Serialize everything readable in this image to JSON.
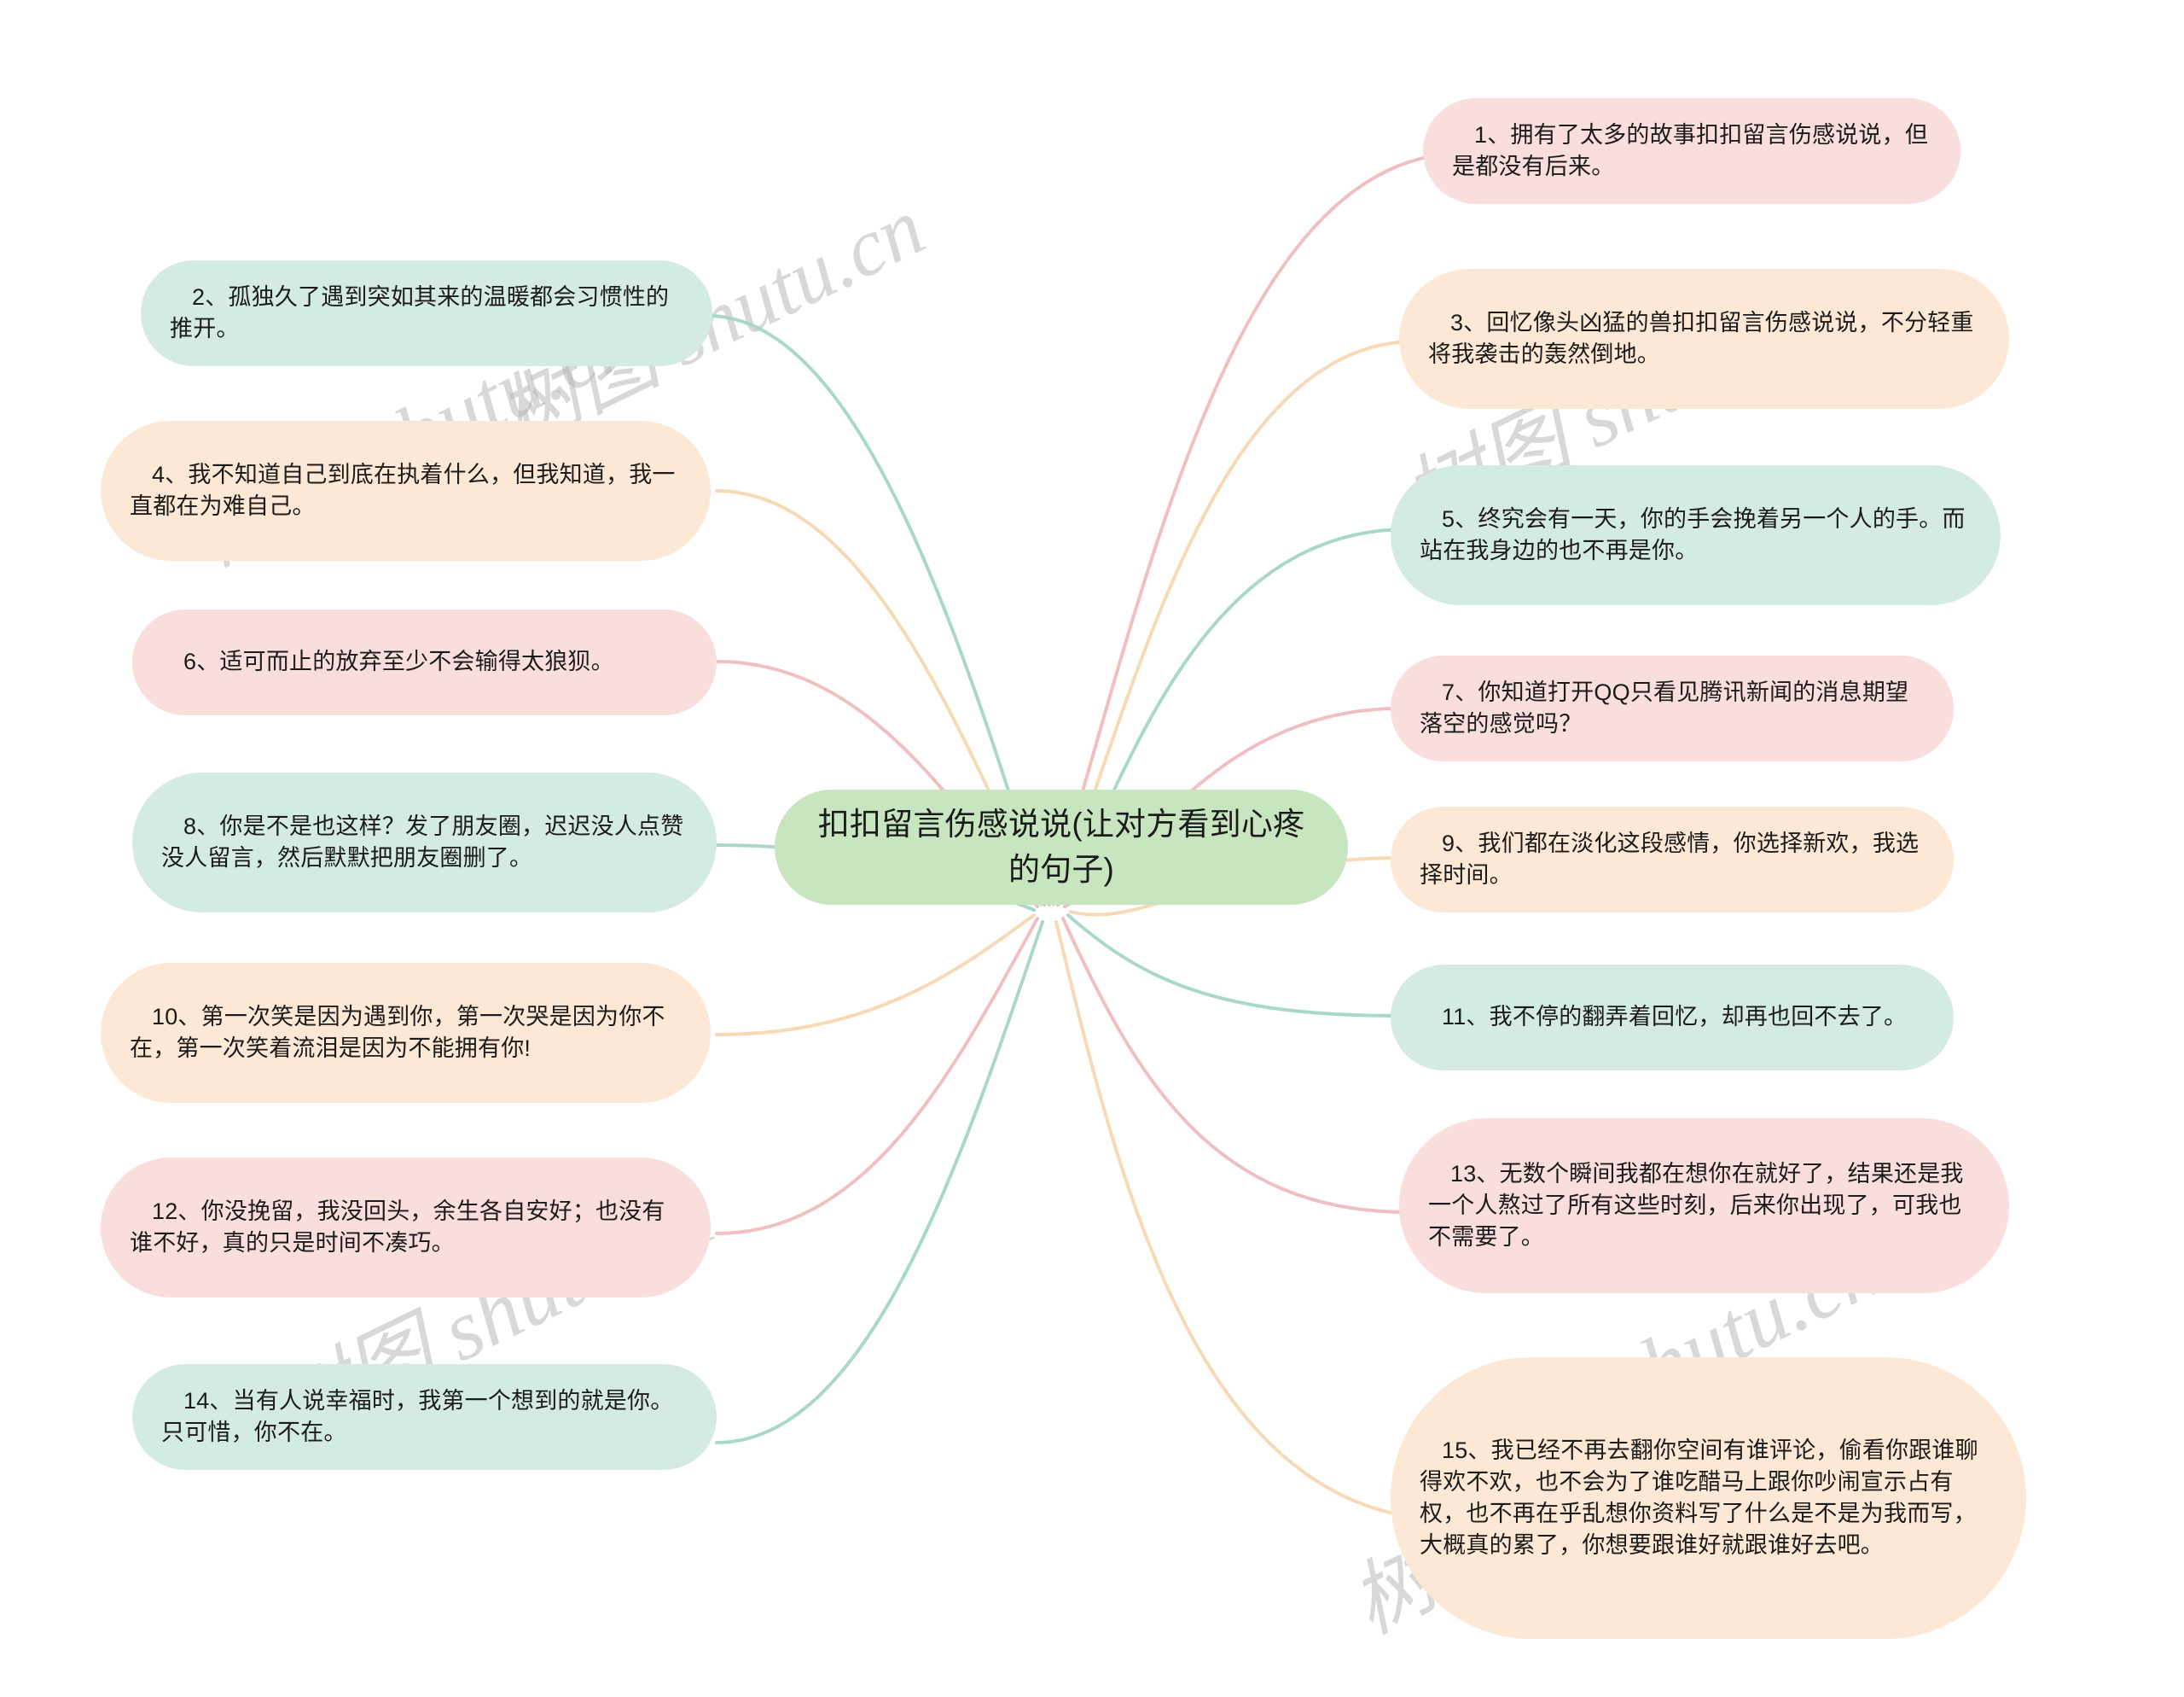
{
  "meta": {
    "title": "扣扣留言伤感说说(让对方看到心疼的句子)",
    "colors": {
      "root_fill": "#c7e6c0",
      "pink_fill": "#f9dedd",
      "peach_fill": "#fce8d4",
      "mint_fill": "#d4ebe4",
      "pink_line": "#f0bfc2",
      "peach_line": "#f8d9b6",
      "mint_line": "#a9d8cb",
      "text": "#1b1b1b",
      "watermark": "#b9b9b9",
      "background": "#ffffff"
    }
  },
  "root": {
    "label": "扣扣留言伤感说说(让对方看到心疼的句子)",
    "color": "mint-green"
  },
  "watermarks": [
    {
      "text": "树图 shutu.cn"
    },
    {
      "text": "树图 shutu.cn"
    },
    {
      "text": "树图 shutu.cn"
    },
    {
      "text": "树图 shutu.cn"
    },
    {
      "text": "树图 shutu.cn"
    },
    {
      "text": "树图 shutu.cn"
    }
  ],
  "branches": {
    "left": [
      {
        "index": 2,
        "color": "mint",
        "label": "2、孤独久了遇到突如其来的温暖都会习惯性的推开。"
      },
      {
        "index": 4,
        "color": "peach",
        "label": "4、我不知道自己到底在执着什么，但我知道，我一直都在为难自己。"
      },
      {
        "index": 6,
        "color": "pink",
        "label": "6、适可而止的放弃至少不会输得太狼狈。"
      },
      {
        "index": 8,
        "color": "mint",
        "label": "8、你是不是也这样？发了朋友圈，迟迟没人点赞没人留言，然后默默把朋友圈删了。"
      },
      {
        "index": 10,
        "color": "peach",
        "label": "10、第一次笑是因为遇到你，第一次哭是因为你不在，第一次笑着流泪是因为不能拥有你!"
      },
      {
        "index": 12,
        "color": "pink",
        "label": "12、你没挽留，我没回头，余生各自安好；也没有谁不好，真的只是时间不凑巧。"
      },
      {
        "index": 14,
        "color": "mint",
        "label": "14、当有人说幸福时，我第一个想到的就是你。只可惜，你不在。"
      }
    ],
    "right": [
      {
        "index": 1,
        "color": "pink",
        "label": "1、拥有了太多的故事扣扣留言伤感说说，但是都没有后来。"
      },
      {
        "index": 3,
        "color": "peach",
        "label": "3、回忆像头凶猛的兽扣扣留言伤感说说，不分轻重将我袭击的轰然倒地。"
      },
      {
        "index": 5,
        "color": "mint",
        "label": "5、终究会有一天，你的手会挽着另一个人的手。而站在我身边的也不再是你。"
      },
      {
        "index": 7,
        "color": "pink",
        "label": "7、你知道打开QQ只看见腾讯新闻的消息期望落空的感觉吗？"
      },
      {
        "index": 9,
        "color": "peach",
        "label": "9、我们都在淡化这段感情，你选择新欢，我选择时间。"
      },
      {
        "index": 11,
        "color": "mint",
        "label": "11、我不停的翻弄着回忆，却再也回不去了。"
      },
      {
        "index": 13,
        "color": "pink",
        "label": "13、无数个瞬间我都在想你在就好了，结果还是我一个人熬过了所有这些时刻，后来你出现了，可我也不需要了。"
      },
      {
        "index": 15,
        "color": "peach",
        "label": "15、我已经不再去翻你空间有谁评论，偷看你跟谁聊得欢不欢，也不会为了谁吃醋马上跟你吵闹宣示占有权，也不再在乎乱想你资料写了什么是不是为我而写，大概真的累了，你想要跟谁好就跟谁好去吧。"
      }
    ]
  }
}
